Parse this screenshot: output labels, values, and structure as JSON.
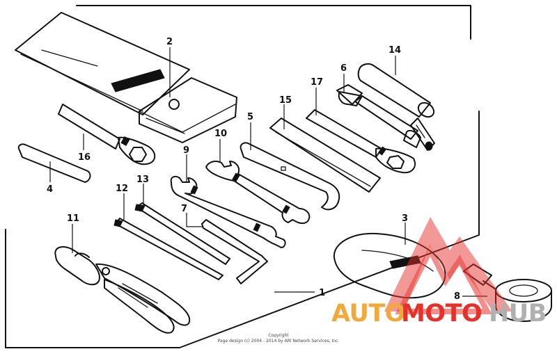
{
  "diagram": {
    "callouts": [
      {
        "id": "1",
        "text": "1"
      },
      {
        "id": "2",
        "text": "2"
      },
      {
        "id": "3",
        "text": "3"
      },
      {
        "id": "4",
        "text": "4"
      },
      {
        "id": "5",
        "text": "5"
      },
      {
        "id": "6",
        "text": "6"
      },
      {
        "id": "7",
        "text": "7"
      },
      {
        "id": "8",
        "text": "8"
      },
      {
        "id": "9",
        "text": "9"
      },
      {
        "id": "10",
        "text": "10"
      },
      {
        "id": "11",
        "text": "11"
      },
      {
        "id": "12",
        "text": "12"
      },
      {
        "id": "13",
        "text": "13"
      },
      {
        "id": "14",
        "text": "14"
      },
      {
        "id": "15",
        "text": "15"
      },
      {
        "id": "16",
        "text": "16"
      },
      {
        "id": "17",
        "text": "17"
      }
    ],
    "copyright_line1": "Copyright",
    "copyright_line2": "Page design (c) 2004 - 2014 by ARI Network Services, Inc."
  },
  "watermark": {
    "text_auto": "AUTO",
    "text_moto": "MOTO",
    "text_hub": "HUB",
    "color_orange": "#f2a93b",
    "color_red": "#e4312b",
    "color_grey": "#b0b0b0"
  }
}
